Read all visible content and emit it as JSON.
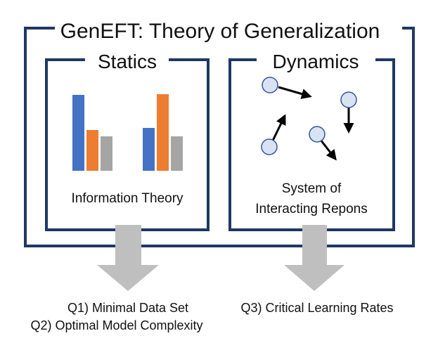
{
  "title": "GenEFT: Theory of Generalization",
  "statics": {
    "heading": "Statics",
    "caption": "Information Theory",
    "bar_groups": [
      {
        "values": [
          108,
          58,
          49
        ],
        "colors": [
          "#4472C4",
          "#ED7D31",
          "#A5A5A5"
        ]
      },
      {
        "values": [
          61,
          109,
          49
        ],
        "colors": [
          "#4472C4",
          "#ED7D31",
          "#A5A5A5"
        ]
      }
    ]
  },
  "dynamics": {
    "heading": "Dynamics",
    "caption_line1": "System of",
    "caption_line2": "Interacting Repons"
  },
  "questions": {
    "q1": "Q1) Minimal Data Set",
    "q2": "Q2) Optimal Model Complexity",
    "q3": "Q3) Critical Learning Rates"
  },
  "colors": {
    "frame": "#1F3864",
    "bar_blue": "#4472C4",
    "bar_orange": "#ED7D31",
    "bar_gray": "#A5A5A5",
    "node_fill": "#D9E2F3",
    "node_stroke": "#2F5597",
    "arrow_gray": "#BFBFBF"
  }
}
